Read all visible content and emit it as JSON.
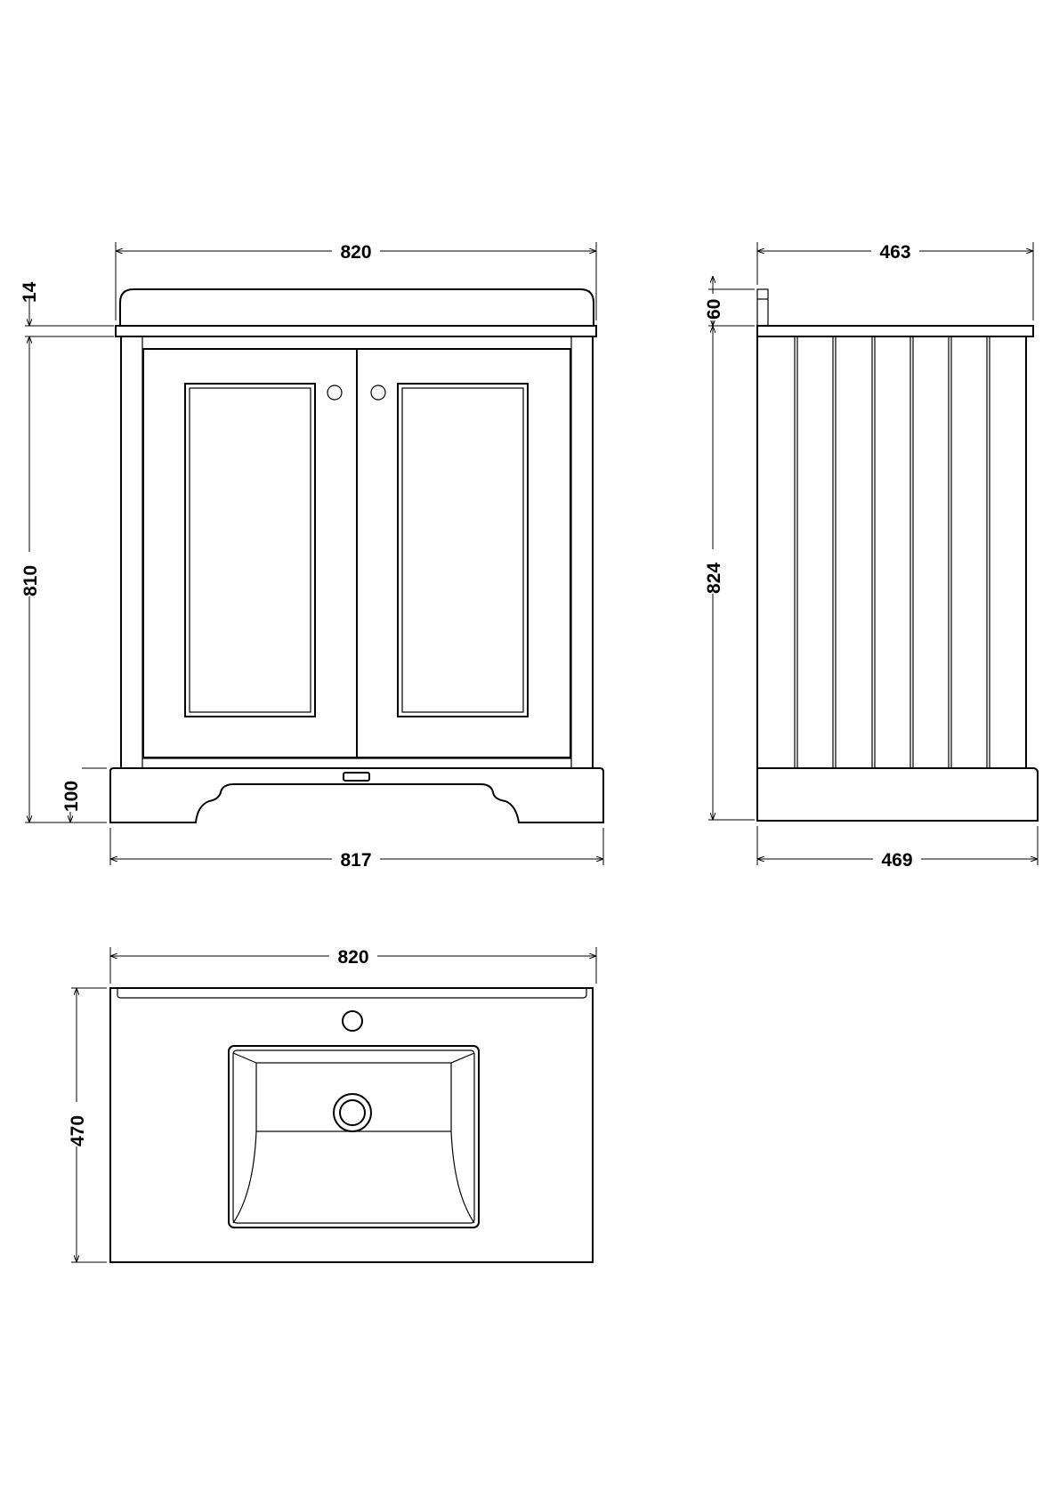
{
  "front_view": {
    "overall_width": "820",
    "worktop_thickness": "14",
    "cabinet_height": "810",
    "plinth_height": "100",
    "plinth_width": "817"
  },
  "side_view": {
    "worktop_depth": "463",
    "upstand_height": "60",
    "overall_height": "824",
    "plinth_depth": "469"
  },
  "plan_view": {
    "overall_width": "820",
    "overall_depth": "470"
  },
  "colors": {
    "line": "#000000",
    "background": "#ffffff"
  }
}
